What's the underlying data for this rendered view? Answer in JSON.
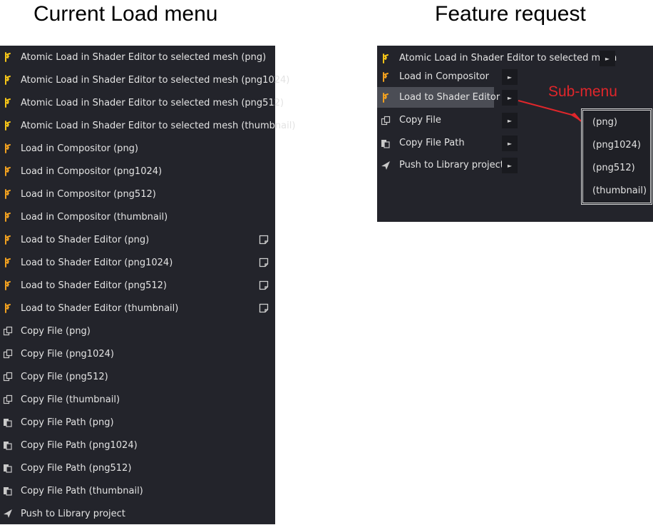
{
  "headings": {
    "left": "Current Load menu",
    "right": "Feature request"
  },
  "colors": {
    "menu_bg": "#23242b",
    "highlight": "#4b4d55",
    "text": "#e3e3e3",
    "node_icon_yellow": "#f5c518",
    "node_icon_orange": "#f0a020",
    "callout_red": "#e0262b"
  },
  "current_menu": {
    "items": [
      {
        "label": "Atomic Load in Shader Editor to selected mesh (png)",
        "icon": "node-icon"
      },
      {
        "label": "Atomic Load in Shader Editor to selected mesh (png1024)",
        "icon": "node-icon"
      },
      {
        "label": "Atomic Load in Shader Editor to selected mesh (png512)",
        "icon": "node-icon"
      },
      {
        "label": "Atomic Load in Shader Editor to selected mesh (thumbnail)",
        "icon": "node-icon"
      },
      {
        "label": "Load in Compositor (png)",
        "icon": "node-icon"
      },
      {
        "label": "Load in Compositor (png1024)",
        "icon": "node-icon"
      },
      {
        "label": "Load in Compositor (png512)",
        "icon": "node-icon"
      },
      {
        "label": "Load in Compositor (thumbnail)",
        "icon": "node-icon"
      },
      {
        "label": "Load to Shader Editor (png)",
        "icon": "node-icon",
        "note": "note-icon"
      },
      {
        "label": "Load to Shader Editor (png1024)",
        "icon": "node-icon",
        "note": "note-icon"
      },
      {
        "label": "Load to Shader Editor (png512)",
        "icon": "node-icon",
        "note": "note-icon"
      },
      {
        "label": "Load to Shader Editor (thumbnail)",
        "icon": "node-icon",
        "note": "note-icon"
      },
      {
        "label": "Copy File (png)",
        "icon": "copy-icon"
      },
      {
        "label": "Copy File (png1024)",
        "icon": "copy-icon"
      },
      {
        "label": "Copy File (png512)",
        "icon": "copy-icon"
      },
      {
        "label": "Copy File (thumbnail)",
        "icon": "copy-icon"
      },
      {
        "label": "Copy File Path (png)",
        "icon": "copy-path-icon"
      },
      {
        "label": "Copy File Path (png1024)",
        "icon": "copy-path-icon"
      },
      {
        "label": "Copy File Path (png512)",
        "icon": "copy-path-icon"
      },
      {
        "label": "Copy File Path (thumbnail)",
        "icon": "copy-path-icon"
      },
      {
        "label": "Push to Library project",
        "icon": "send-icon"
      }
    ]
  },
  "requested_menu": {
    "items": [
      {
        "label": "Atomic Load in Shader Editor to selected mesh",
        "icon": "node-icon"
      },
      {
        "label": "Load in Compositor",
        "icon": "node-icon"
      },
      {
        "label": "Load to Shader Editor",
        "icon": "node-icon",
        "highlighted": true
      },
      {
        "label": "Copy File",
        "icon": "copy-icon"
      },
      {
        "label": "Copy File Path",
        "icon": "copy-path-icon"
      },
      {
        "label": "Push to Library project",
        "icon": "send-icon"
      }
    ],
    "arrow_glyph": "►",
    "callout": "Sub-menu",
    "submenu": {
      "items": [
        "(png)",
        "(png1024)",
        "(png512)",
        "(thumbnail)"
      ]
    }
  }
}
